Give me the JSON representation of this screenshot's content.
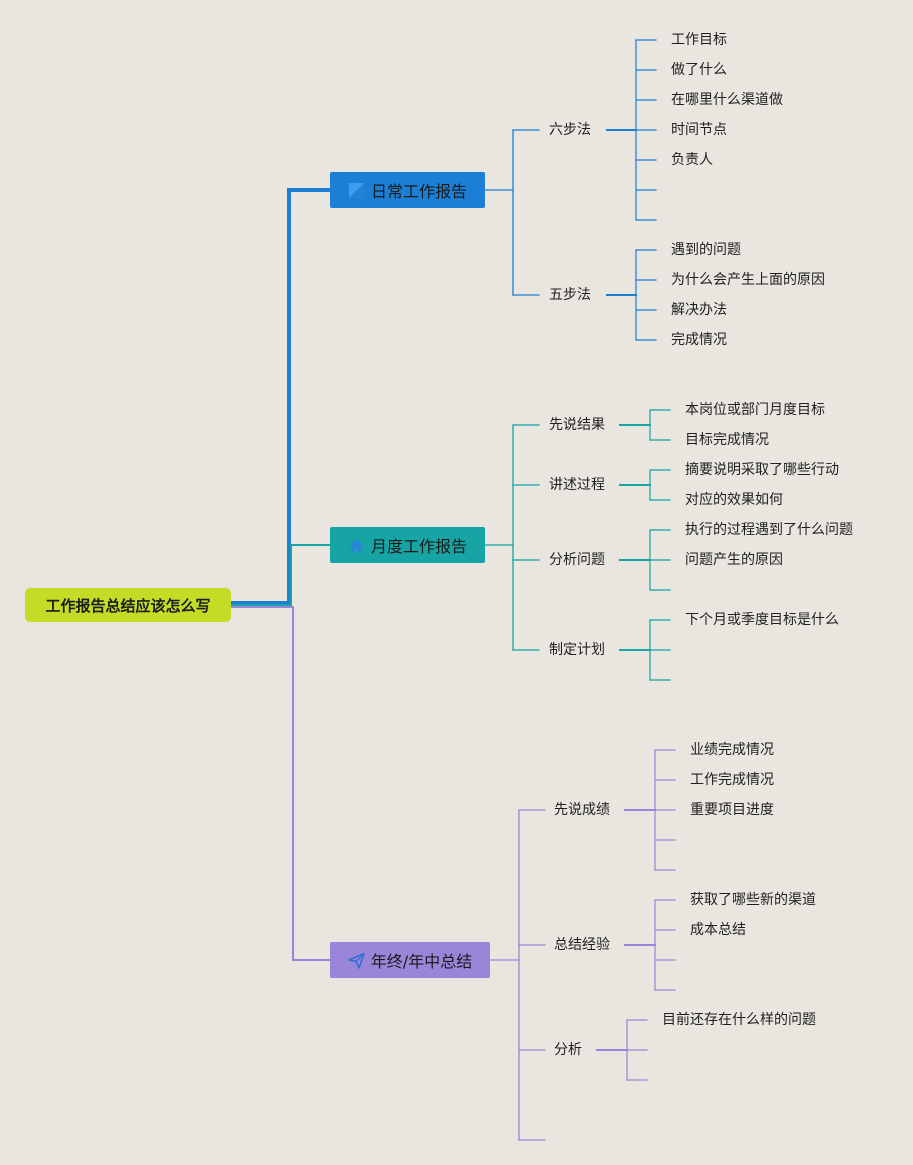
{
  "root": {
    "label": "工作报告总结应该怎么写"
  },
  "branches": [
    {
      "label": "日常工作报告",
      "icon": "flag-icon",
      "color": "#1c7fd6",
      "subs": [
        {
          "label": "六步法",
          "leaves": [
            "工作目标",
            "做了什么",
            "在哪里什么渠道做",
            "时间节点",
            "负责人",
            "",
            ""
          ]
        },
        {
          "label": "五步法",
          "leaves": [
            "遇到的问题",
            "为什么会产生上面的原因",
            "解决办法",
            "完成情况"
          ]
        }
      ]
    },
    {
      "label": "月度工作报告",
      "icon": "home-icon",
      "color": "#16a4a4",
      "subs": [
        {
          "label": "先说结果",
          "leaves": [
            "本岗位或部门月度目标",
            "目标完成情况"
          ]
        },
        {
          "label": "讲述过程",
          "leaves": [
            "摘要说明采取了哪些行动",
            "对应的效果如何"
          ]
        },
        {
          "label": "分析问题",
          "leaves": [
            "执行的过程遇到了什么问题",
            "问题产生的原因",
            ""
          ]
        },
        {
          "label": "制定计划",
          "leaves": [
            "下个月或季度目标是什么",
            "",
            ""
          ]
        }
      ]
    },
    {
      "label": "年终/年中总结",
      "icon": "paper-plane-icon",
      "color": "#9a86d8",
      "subs": [
        {
          "label": "先说成绩",
          "leaves": [
            "业绩完成情况",
            "工作完成情况",
            "重要项目进度",
            "",
            ""
          ]
        },
        {
          "label": "总结经验",
          "leaves": [
            "获取了哪些新的渠道",
            "成本总结",
            "",
            ""
          ]
        },
        {
          "label": "分析",
          "leaves": [
            "目前还存在什么样的问题",
            "",
            ""
          ]
        },
        {
          "label": "",
          "leaves": []
        }
      ]
    }
  ]
}
